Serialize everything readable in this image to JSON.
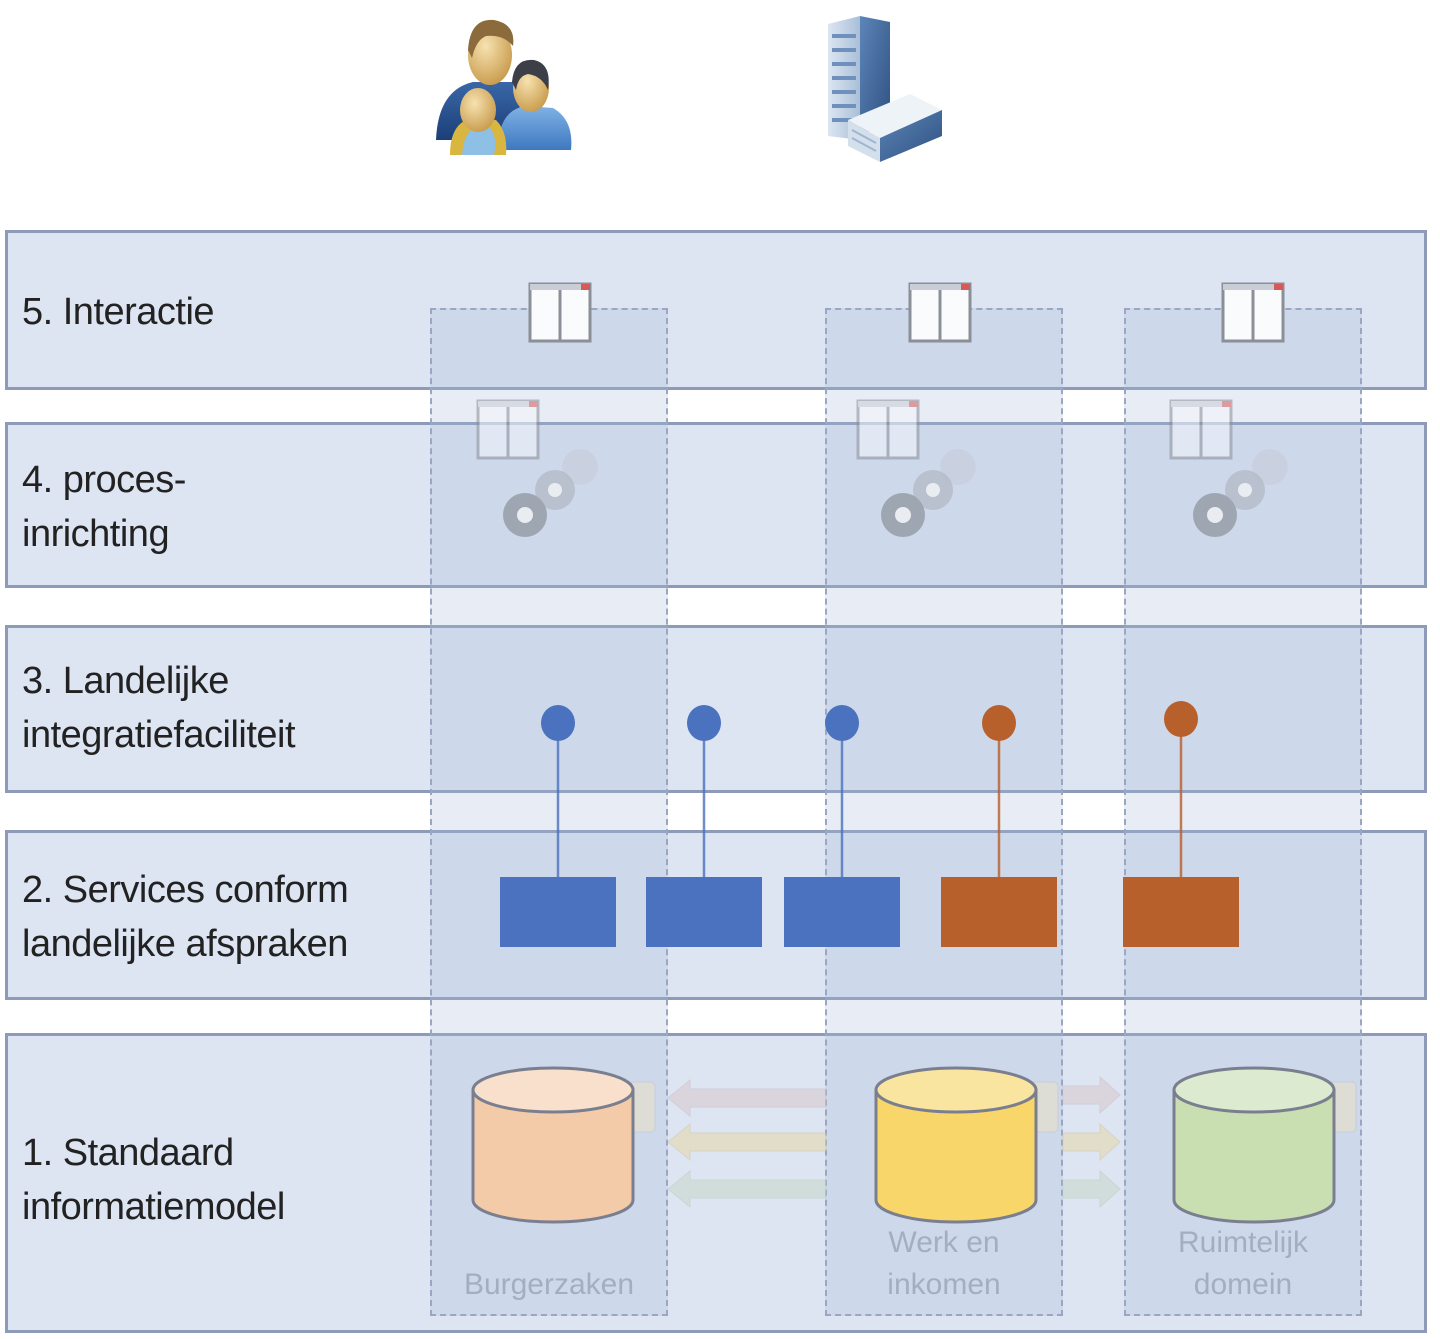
{
  "actors": [
    {
      "name": "citizens",
      "icon": "people-icon"
    },
    {
      "name": "organisation",
      "icon": "building-icon"
    }
  ],
  "layers": [
    {
      "number": 5,
      "line1": "5. Interactie",
      "line2": ""
    },
    {
      "number": 4,
      "line1": "4. proces-",
      "line2": "inrichting"
    },
    {
      "number": 3,
      "line1": "3. Landelijke",
      "line2": "integratiefaciliteit"
    },
    {
      "number": 2,
      "line1": "2. Services conform",
      "line2": "landelijke afspraken"
    },
    {
      "number": 1,
      "line1": "1. Standaard",
      "line2": "informatiemodel"
    }
  ],
  "domains": [
    {
      "line1": "",
      "line2": "Burgerzaken",
      "db_color": "#f3cba9",
      "db_top": "#f8e0cc"
    },
    {
      "line1": "Werk en",
      "line2": "inkomen",
      "db_color": "#f8d669",
      "db_top": "#fae5a0"
    },
    {
      "line1": "Ruimtelijk",
      "line2": "domein",
      "db_color": "#c9deb1",
      "db_top": "#dcead0"
    }
  ],
  "services": [
    {
      "color": "#4a72be",
      "group": "blue"
    },
    {
      "color": "#4a72be",
      "group": "blue"
    },
    {
      "color": "#4a72be",
      "group": "blue"
    },
    {
      "color": "#b8602c",
      "group": "orange"
    },
    {
      "color": "#b8602c",
      "group": "orange"
    }
  ],
  "colors": {
    "layer_fill": "#dde4f2",
    "layer_border": "#8d9ab8",
    "blue": "#4a72be",
    "orange": "#b8602c"
  }
}
